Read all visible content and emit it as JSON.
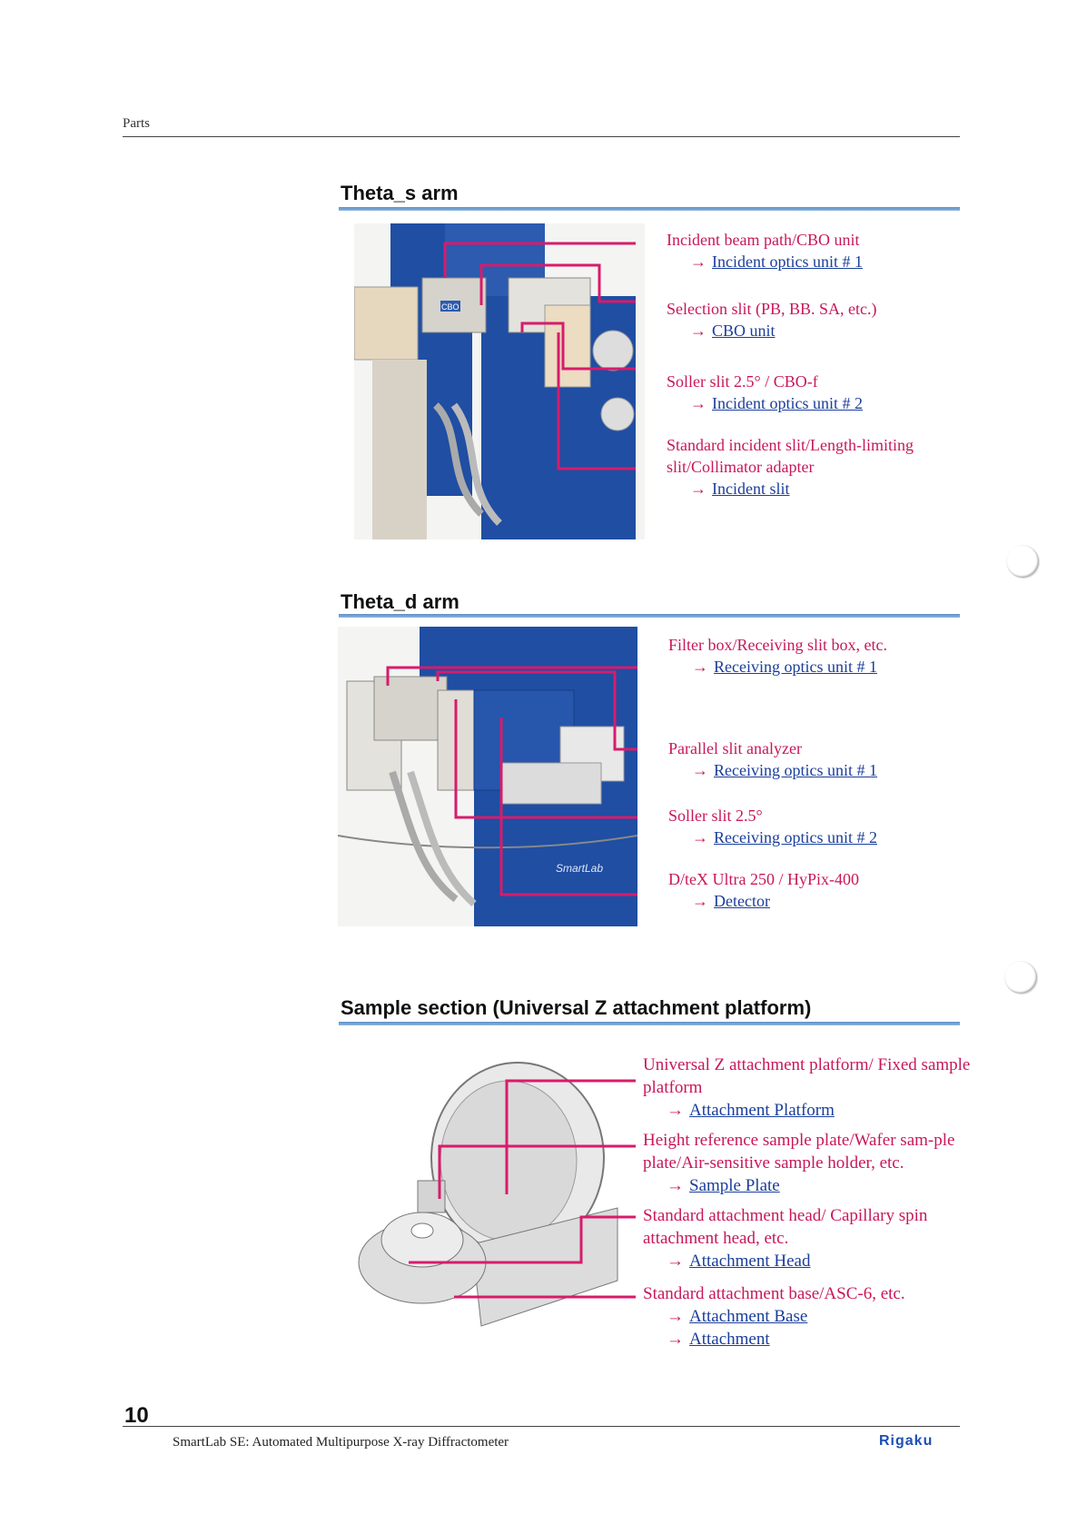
{
  "header": {
    "section_label": "Parts"
  },
  "sections": [
    {
      "title": "Theta_s arm",
      "callouts": [
        {
          "text": "Incident beam path/CBO unit",
          "arrow": "→",
          "link": "Incident optics unit # 1"
        },
        {
          "text": "Selection slit (PB, BB. SA, etc.)",
          "arrow": "→",
          "link": "CBO unit"
        },
        {
          "text": "Soller slit 2.5° / CBO-f",
          "arrow": "→",
          "link": "Incident optics unit # 2"
        },
        {
          "text": "Standard incident slit/Length-limiting slit/Collimator adapter",
          "arrow": "→",
          "link": "Incident slit"
        }
      ]
    },
    {
      "title": "Theta_d arm",
      "callouts": [
        {
          "text": "Filter box/Receiving slit box, etc.",
          "arrow": "→",
          "link": "Receiving optics unit # 1"
        },
        {
          "text": "Parallel slit analyzer",
          "arrow": "→",
          "link": "Receiving optics unit # 1"
        },
        {
          "text": "Soller slit 2.5°",
          "arrow": "→",
          "link": "Receiving optics unit # 2"
        },
        {
          "text": "D/teX Ultra 250 / HyPix-400",
          "arrow": "→",
          "link": "Detector"
        }
      ]
    },
    {
      "title": "Sample section (Universal Z attachment platform)",
      "callouts": [
        {
          "text": "Universal Z attachment platform/ Fixed sample platform",
          "arrow": "→",
          "link": "Attachment Platform"
        },
        {
          "text": "Height reference sample plate/Wafer sam-ple plate/Air-sensitive sample holder, etc.",
          "arrow": "→",
          "link": "Sample Plate"
        },
        {
          "text": "Standard attachment head/ Capillary spin attachment head, etc.",
          "arrow": "→",
          "link": "Attachment Head"
        },
        {
          "text": "Standard attachment base/ASC-6, etc.",
          "arrow": "→",
          "link": "Attachment Base",
          "link2": "Attachment"
        }
      ]
    }
  ],
  "image_labels": {
    "cbo_tag": "CBO",
    "smartlab_tag": "SmartLab"
  },
  "footer": {
    "page_number": "10",
    "doc_title": "SmartLab SE: Automated Multipurpose X-ray Diffractometer",
    "brand": "Rigaku"
  },
  "colors": {
    "callout": "#c8175a",
    "link": "#1a3e9a",
    "rule": "#5b8fc7",
    "machine_blue": "#1f4ea3"
  }
}
